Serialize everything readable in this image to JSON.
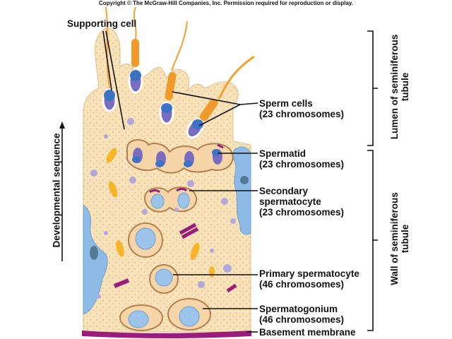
{
  "copyright": "Copyright © The McGraw-Hill Companies, Inc. Permission required for reproduction or display.",
  "labels": {
    "supporting_cell": "Supporting cell",
    "sperm_cells": [
      "Sperm cells",
      "(23 chromosomes)"
    ],
    "spermatid": [
      "Spermatid",
      "(23 chromosomes)"
    ],
    "secondary_spermatocyte": [
      "Secondary",
      "spermatocyte",
      "(23 chromosomes)"
    ],
    "primary_spermatocyte": [
      "Primary spermatocyte",
      "(46 chromosomes)"
    ],
    "spermatogonium": [
      "Spermatogonium",
      "(46 chromosomes)"
    ],
    "basement_membrane": "Basement membrane"
  },
  "side_labels": {
    "developmental_sequence": "Developmental sequence",
    "lumen": [
      "Lumen of seminiferous",
      "tubule"
    ],
    "wall": [
      "Wall of seminiferous",
      "tubule"
    ]
  },
  "colors": {
    "cytoplasm": "#f9e1b8",
    "nucleus": "#9cc4ea",
    "sperm_head": "#7a6cc0",
    "sperm_tail": "#f2a12c",
    "membrane": "#9a1c7c",
    "organelle_yellow": "#f7b52a",
    "vesicle": "#b3a6dc",
    "line": "#111111"
  }
}
